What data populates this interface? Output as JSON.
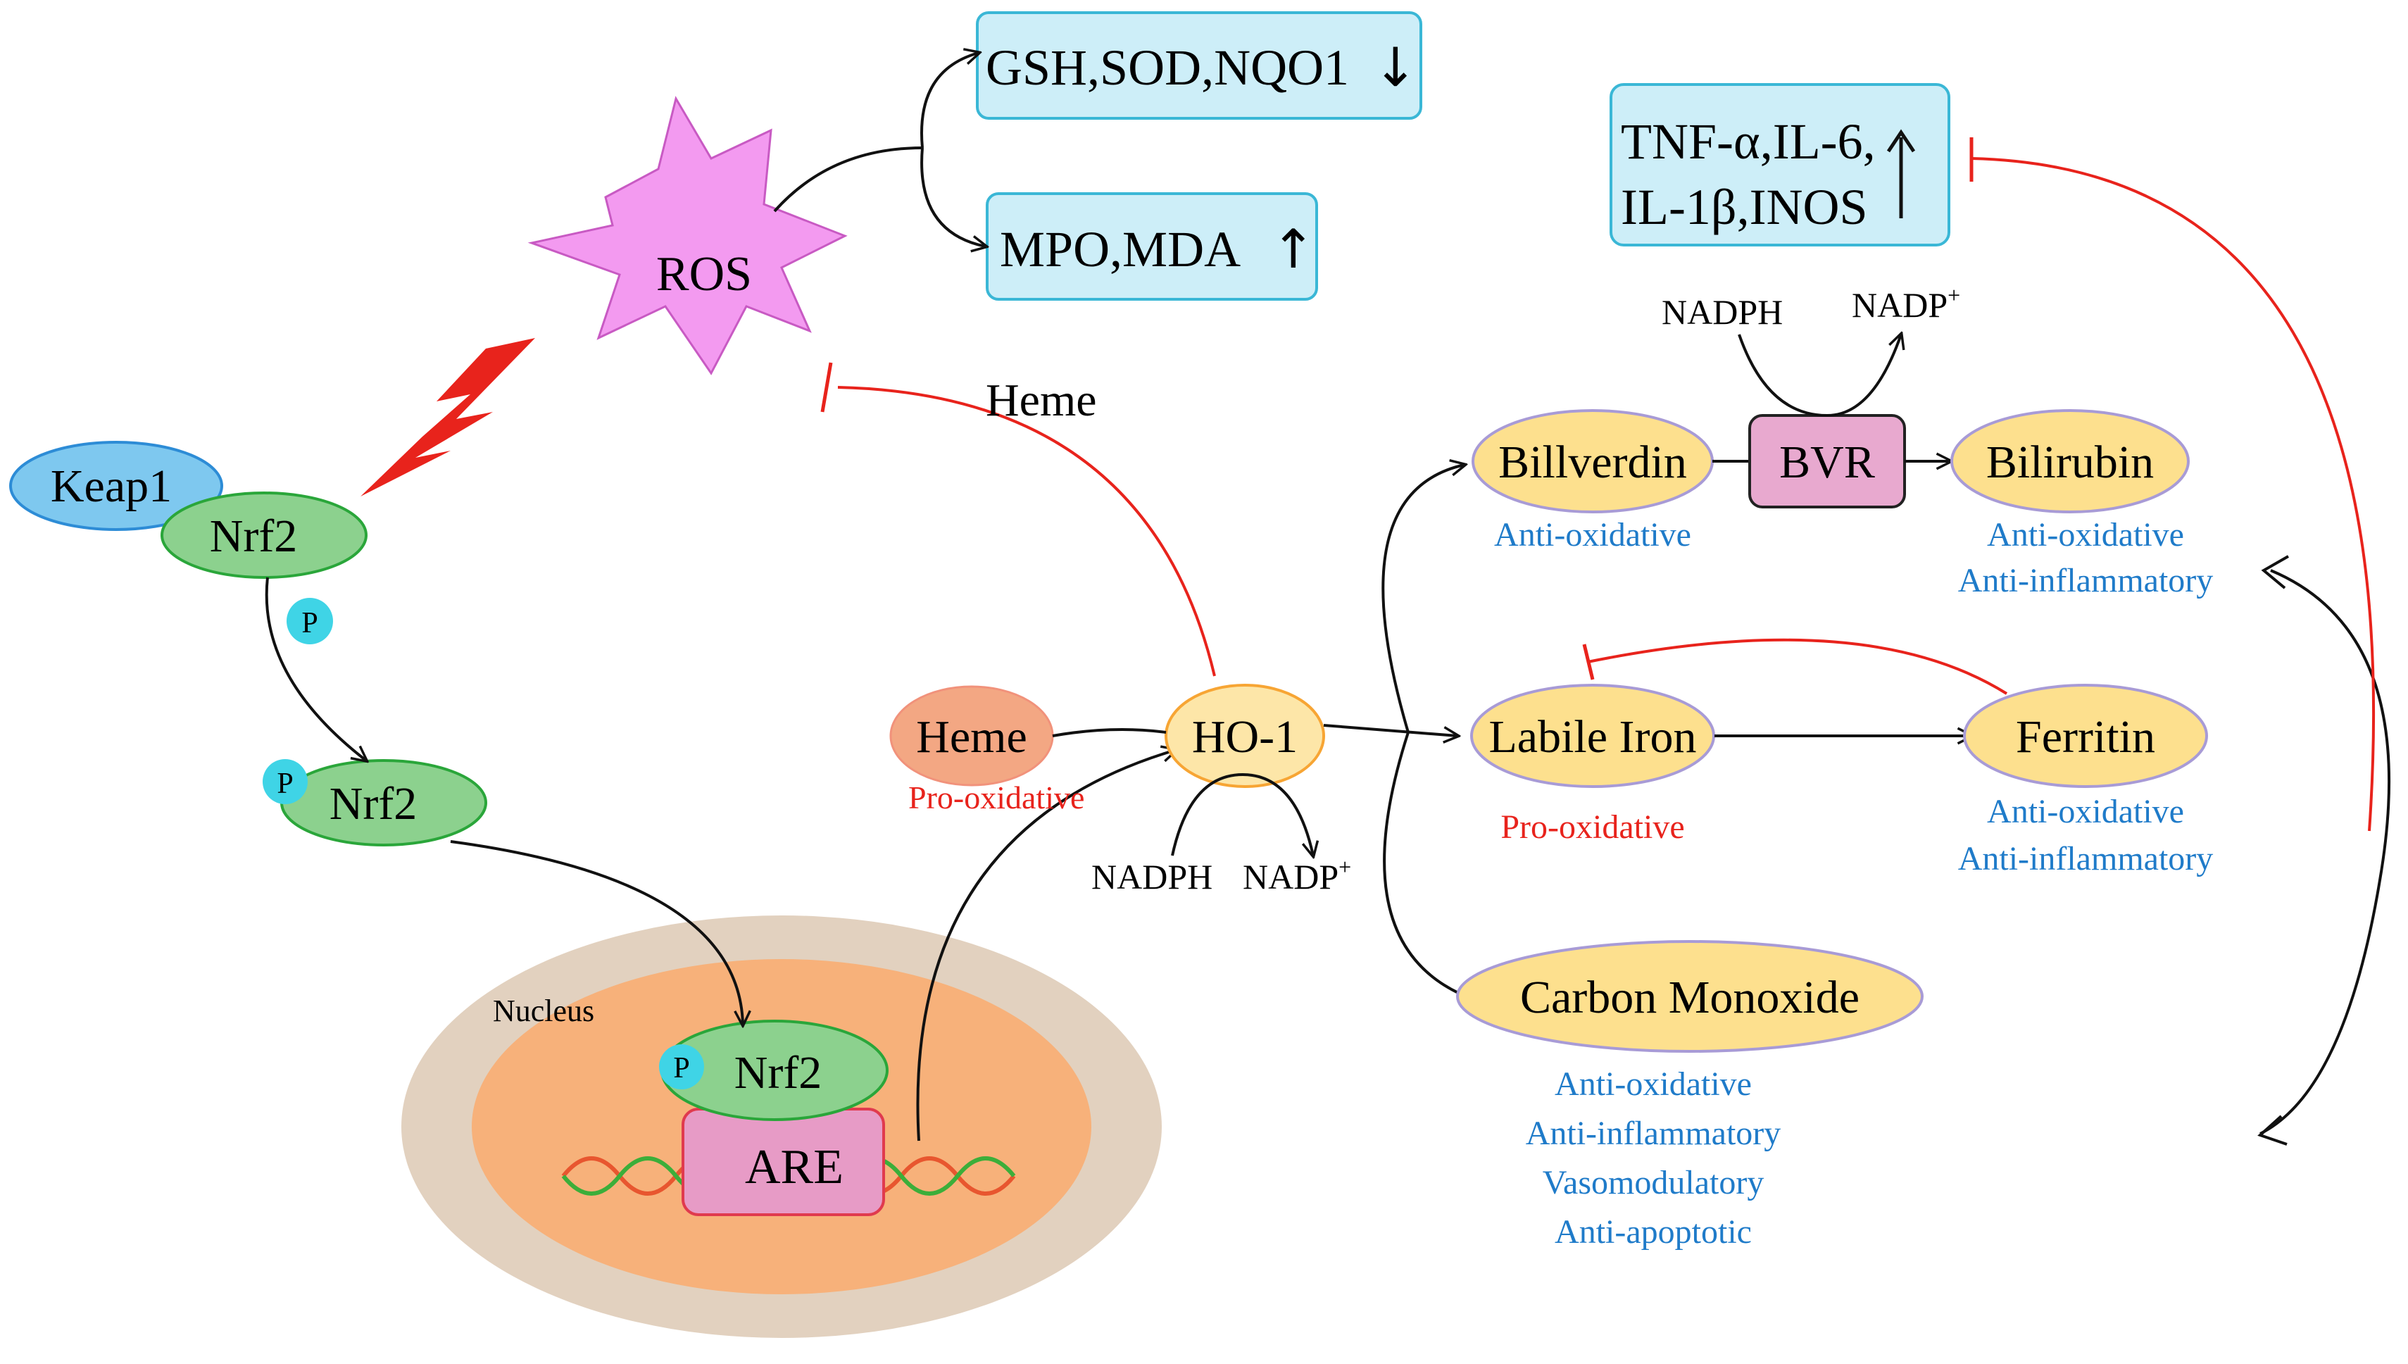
{
  "nodes": {
    "ros": "ROS",
    "keap1": "Keap1",
    "nrf2_bound": "Nrf2",
    "p_label": "P",
    "nrf2_phos": "Nrf2",
    "nrf2_nuclear": "Nrf2",
    "are": "ARE",
    "nucleus": "Nucleus",
    "heme_substrate": "Heme",
    "heme_inhibit": "Heme",
    "ho1": "HO-1",
    "nadph_ho1": "NADPH",
    "nadp_ho1": "NADP",
    "nadp_sup": "+",
    "biliverdin": "Billverdin",
    "bvr": "BVR",
    "bilirubin": "Bilirubin",
    "nadph_bvr": "NADPH",
    "nadp_bvr": "NADP",
    "labile_iron": "Labile Iron",
    "ferritin": "Ferritin",
    "carbon_monoxide": "Carbon Monoxide"
  },
  "boxes": {
    "antioxidant_enzymes": "GSH,SOD,NQO1",
    "antioxidant_arrow": "↓",
    "oxidative_markers": "MPO,MDA",
    "oxidative_arrow": "↑",
    "cytokines_line1": "TNF-α,IL-6,",
    "cytokines_line2": "IL-1β,INOS",
    "cytokines_arrow": "↑"
  },
  "effects": {
    "heme_pro": "Pro-oxidative",
    "biliverdin": [
      "Anti-oxidative"
    ],
    "bilirubin": [
      "Anti-oxidative",
      "Anti-inflammatory"
    ],
    "labile_iron": [
      "Pro-oxidative"
    ],
    "ferritin": [
      "Anti-oxidative",
      "Anti-inflammatory"
    ],
    "carbon_monoxide": [
      "Anti-oxidative",
      "Anti-inflammatory",
      "Vasomodulatory",
      "Anti-apoptotic"
    ]
  },
  "colors": {
    "box_fill": "#cdeef8",
    "box_stroke": "#3ab7d6",
    "product_fill": "#fde08e",
    "product_stroke": "#a89bd6",
    "nrf2_fill": "#8cd18e",
    "nrf2_stroke": "#2aa63a",
    "keap1_fill": "#7ec8ef",
    "p_fill": "#3fd4e6",
    "ros_fill": "#f39af0",
    "ho1_fill": "#fde6a8",
    "ho1_stroke": "#f7a534",
    "heme_fill": "#f3a783",
    "are_fill": "#e79bc6",
    "bvr_fill": "#e8a9cf",
    "nucleus_outer": "#e2d1bf",
    "nucleus_inner": "#f7b17a",
    "inhibit": "#e8231c",
    "blue_text": "#1f7bc9",
    "red_text": "#e8231c"
  }
}
